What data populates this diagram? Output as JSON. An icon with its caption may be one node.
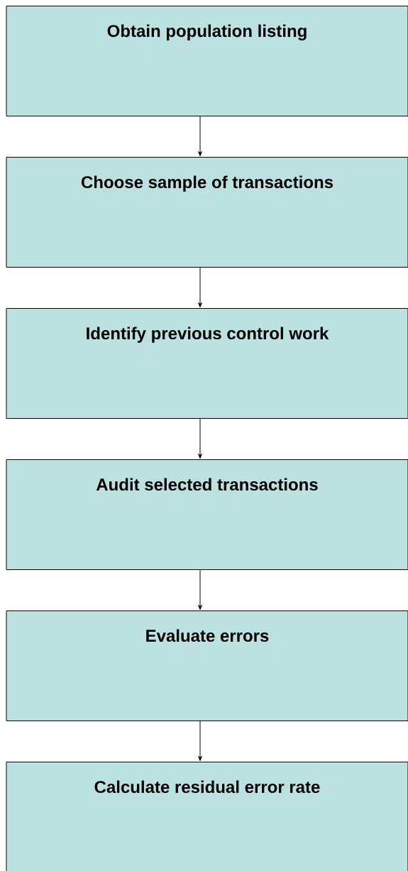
{
  "diagram": {
    "nodes": [
      {
        "text": [
          "Obtain population listing"
        ]
      },
      {
        "text": [
          "Choose sample of transactions"
        ]
      },
      {
        "text": [
          "Identify previous control work"
        ]
      },
      {
        "text": [
          "Audit selected transactions"
        ]
      },
      {
        "text": [
          "Evaluate errors"
        ]
      },
      {
        "text": [
          "Calculate residual error rate"
        ]
      }
    ],
    "edges": [
      {
        "from": 0,
        "to": 1,
        "arrow": "to"
      },
      {
        "from": 1,
        "to": 2,
        "arrow": "to"
      },
      {
        "from": 2,
        "to": 3,
        "arrow": "to"
      },
      {
        "from": 3,
        "to": 4,
        "arrow": "to"
      },
      {
        "from": 4,
        "to": 5,
        "arrow": "to"
      }
    ]
  }
}
